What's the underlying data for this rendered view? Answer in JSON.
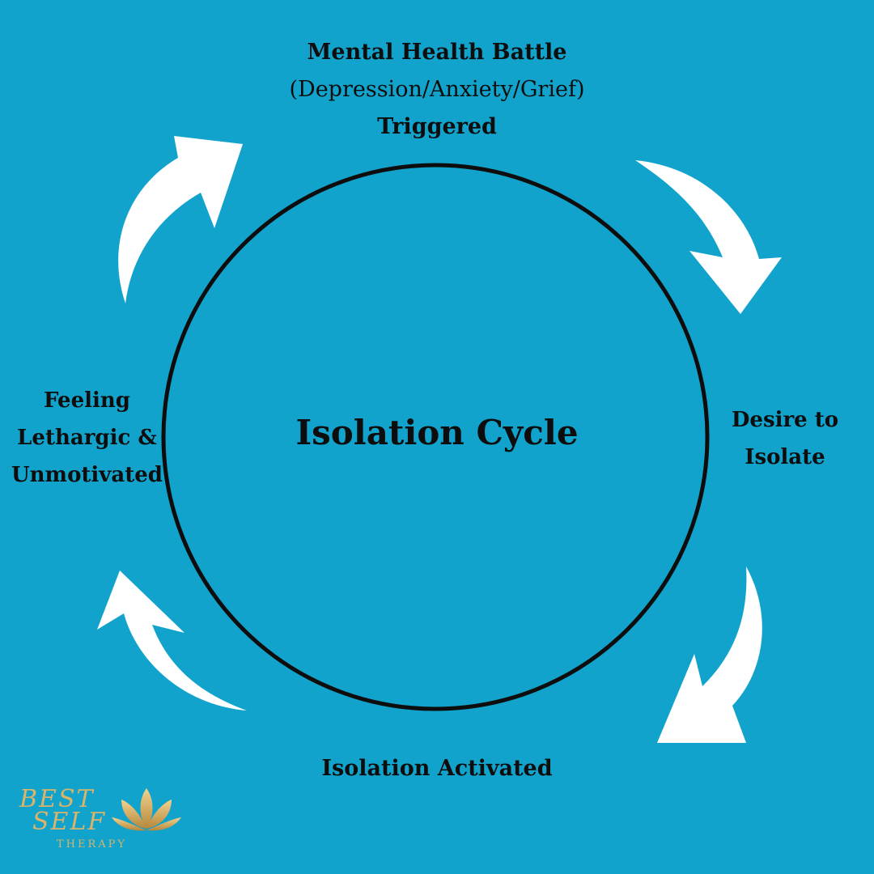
{
  "title": "Isolation Cycle",
  "steps": {
    "top": {
      "line1": "Mental Health Battle",
      "line2": "(Depression/Anxiety/Grief)",
      "line3": "Triggered"
    },
    "right": {
      "line1": "Desire to",
      "line2": "Isolate"
    },
    "bottom": {
      "line1": "Isolation Activated"
    },
    "left": {
      "line1": "Feeling",
      "line2": "Lethargic &",
      "line3": "Unmotivated"
    }
  },
  "logo": {
    "line1": "BEST",
    "line2": "SELF",
    "line3": "THERAPY"
  },
  "colors": {
    "background": "#12a3cc",
    "text": "#0d0d0d",
    "arrow": "#ffffff",
    "logo_gold": "#d9b46a"
  }
}
